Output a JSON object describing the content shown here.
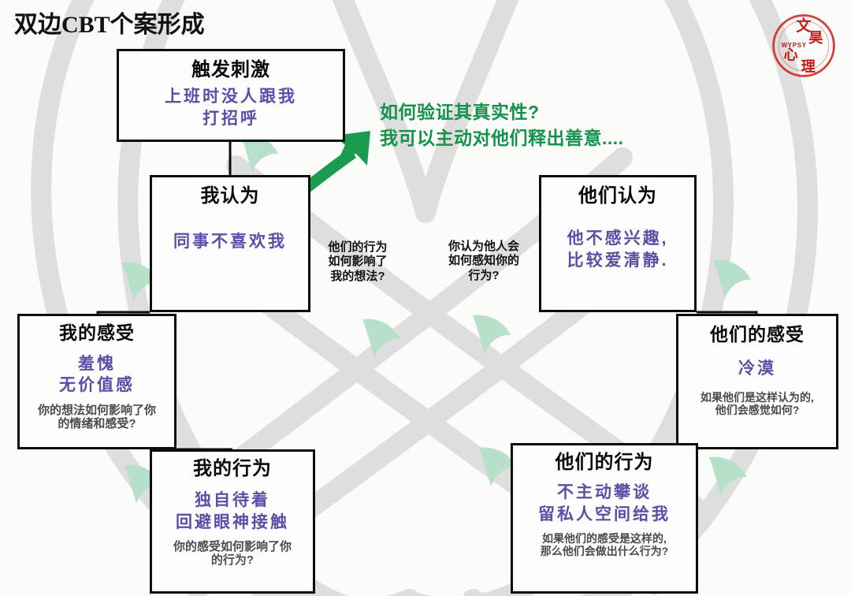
{
  "header": {
    "title": "双边CBT个案形成",
    "logo": {
      "name": "wypsy-seal-logo",
      "latin_text": "WYPSY",
      "char_1": "文",
      "char_2": "昊",
      "char_3": "心",
      "char_4": "理",
      "color": "#c9211e"
    }
  },
  "colors": {
    "box_border": "#0d0d0d",
    "box_fill": "#fdfdfd",
    "title_text": "#111111",
    "body_text": "#574fa8",
    "note_text": "#4b4b4b",
    "accent_green": "#14914b",
    "background": "#fbfbfa",
    "knot_band": "#dedede",
    "mint_arrow": "#b7e0ca"
  },
  "annotation": {
    "green_question": "如何验证其真实性?\n我可以主动对他们释出善意...."
  },
  "mid_labels": {
    "left": "他们的行为\n如何影响了\n我的想法?",
    "right": "你认为他人会\n如何感知你的\n行为?"
  },
  "nodes": {
    "trigger": {
      "title": "触发刺激",
      "body": "上班时没人跟我\n打招呼",
      "note": ""
    },
    "i_think": {
      "title": "我认为",
      "body": "同事不喜欢我",
      "note": ""
    },
    "i_feel": {
      "title": "我的感受",
      "body": "羞愧\n无价值感",
      "note": "你的想法如何影响了你\n的情绪和感受?"
    },
    "i_do": {
      "title": "我的行为",
      "body": "独自待着\n回避眼神接触",
      "note": "你的感受如何影响了你\n的行为?"
    },
    "they_think": {
      "title": "他们认为",
      "body": "他不感兴趣,\n比较爱清静.",
      "note": ""
    },
    "they_feel": {
      "title": "他们的感受",
      "body": "冷漠",
      "note": "如果他们是这样认为的,\n他们会感觉如何?"
    },
    "they_do": {
      "title": "他们的行为",
      "body": "不主动攀谈\n留私人空间给我",
      "note": "如果他们的感受是这样的,\n那么他们会做出什么行为?"
    }
  }
}
